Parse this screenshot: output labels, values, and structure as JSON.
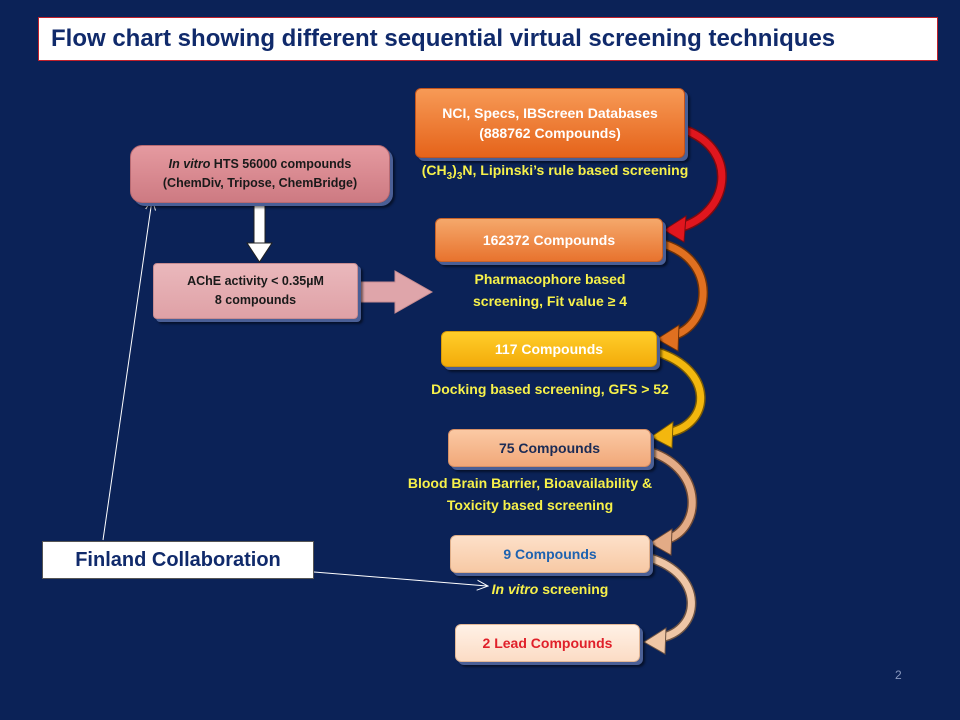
{
  "title": "Flow chart showing different sequential virtual screening techniques",
  "boxes": {
    "databases_line1": "NCI, Specs, IBScreen Databases",
    "databases_line2": "(888762 Compounds)",
    "c162372": "162372 Compounds",
    "c117": "117 Compounds",
    "c75": "75 Compounds",
    "c9": "9 Compounds",
    "lead": "2 Lead Compounds",
    "invitro_hts_italic": "In vitro",
    "invitro_hts_rest": " HTS 56000 compounds",
    "invitro_hts_line2": "(ChemDiv, Tripose, ChemBridge)",
    "ache_line1": "AChE activity < 0.35µM",
    "ache_line2": "8 compounds",
    "finland": "Finland Collaboration"
  },
  "steps": {
    "s1_pre": "(CH",
    "s1_sub1": "3",
    "s1_mid": ")",
    "s1_sub2": "3",
    "s1_post": "N, Lipinski’s rule based screening",
    "s2_line1": "Pharmacophore based",
    "s2_line2": "screening, Fit value ≥ 4",
    "s3": "Docking based screening, GFS > 52",
    "s4_line1": "Blood Brain Barrier, Bioavailability &",
    "s4_line2": "Toxicity based screening",
    "s5_italic": "In vitro",
    "s5_rest": " screening"
  },
  "slide_number": "2",
  "colors": {
    "background": "#0b2257",
    "step_label": "#f7f14a",
    "arrow_red": "#d9141c",
    "arrow_orange": "#d9661e",
    "arrow_yellow": "#f0b40c",
    "arrow_peach": "#d9a07a"
  }
}
